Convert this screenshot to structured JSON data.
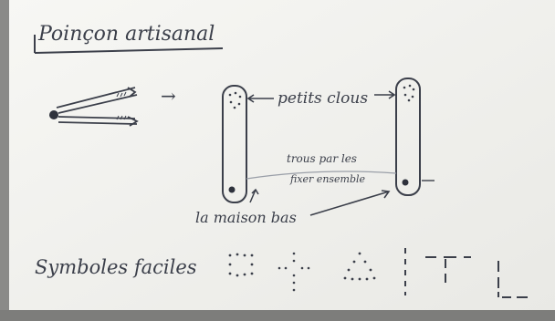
{
  "title": "Poinçon artisanal",
  "labels": {
    "petits_clous": "petits clous",
    "trous": "trous par les",
    "trous_line2": "fixer ensemble",
    "la_maison_bas": "la maison bas"
  },
  "symbols_caption": "Symboles faciles",
  "arrow_glyph": "→",
  "colors": {
    "paper": "#f2f2ef",
    "ink": "#3b3f4a"
  }
}
